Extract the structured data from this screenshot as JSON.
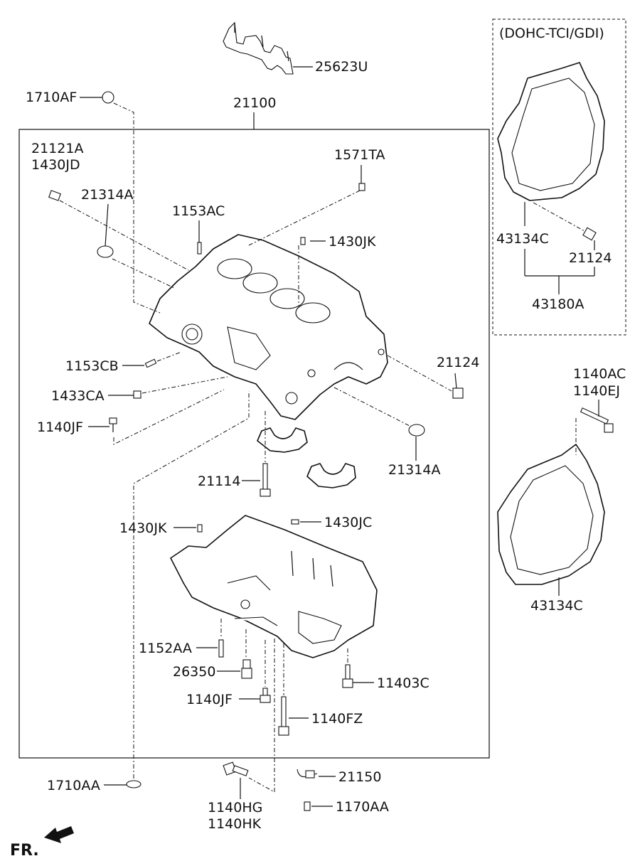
{
  "labels": {
    "l25623U": "25623U",
    "l1710AF": "1710AF",
    "l21100": "21100",
    "l21121A": "21121A",
    "l1430JD": "1430JD",
    "l1571TA": "1571TA",
    "l21314A_top": "21314A",
    "l1153AC": "1153AC",
    "l1430JK_top": "1430JK",
    "l1153CB": "1153CB",
    "l21124_mid": "21124",
    "l1433CA": "1433CA",
    "l1140JF_top": "1140JF",
    "l21114": "21114",
    "l21314A_bot": "21314A",
    "l1430JK_bot": "1430JK",
    "l1430JC": "1430JC",
    "l1152AA": "1152AA",
    "l26350": "26350",
    "l1140JF_bot": "1140JF",
    "l11403C": "11403C",
    "l1140FZ": "1140FZ",
    "l1710AA": "1710AA",
    "l21150": "21150",
    "l1140HG": "1140HG",
    "l1140HK": "1140HK",
    "l1170AA": "1170AA",
    "l_dohc": "(DOHC-TCI/GDI)",
    "l43134C_box": "43134C",
    "l21124_box": "21124",
    "l43180A": "43180A",
    "l1140AC": "1140AC",
    "l1140EJ": "1140EJ",
    "l43134C_bot": "43134C",
    "l_fr": "FR."
  },
  "icons": {
    "front_arrow": "arrow-icon"
  },
  "colors": {
    "line": "#111111",
    "background": "#ffffff",
    "shade": "#d6d6d6"
  }
}
